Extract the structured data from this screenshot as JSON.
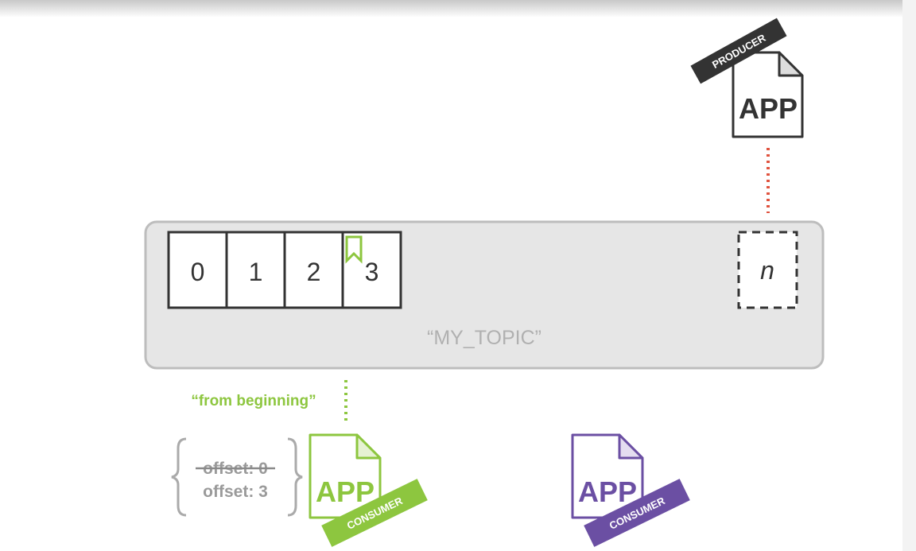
{
  "topic": {
    "name": "“MY_TOPIC”"
  },
  "partitions": [
    "0",
    "1",
    "2",
    "3"
  ],
  "next_partition": "n",
  "bookmark_color": "#8dc63f",
  "producer": {
    "app_label": "APP",
    "ribbon_label": "PRODUCER",
    "ribbon_color": "#333333",
    "line_color": "#e0533f"
  },
  "consumer_green": {
    "app_label": "APP",
    "ribbon_label": "CONSUMER",
    "color": "#8dc63f",
    "note": "“from beginning”",
    "offsets": [
      "offset: 0",
      "offset: 3"
    ],
    "struck_offset_index": 0
  },
  "consumer_purple": {
    "app_label": "APP",
    "ribbon_label": "CONSUMER",
    "color": "#6b4fa3"
  }
}
